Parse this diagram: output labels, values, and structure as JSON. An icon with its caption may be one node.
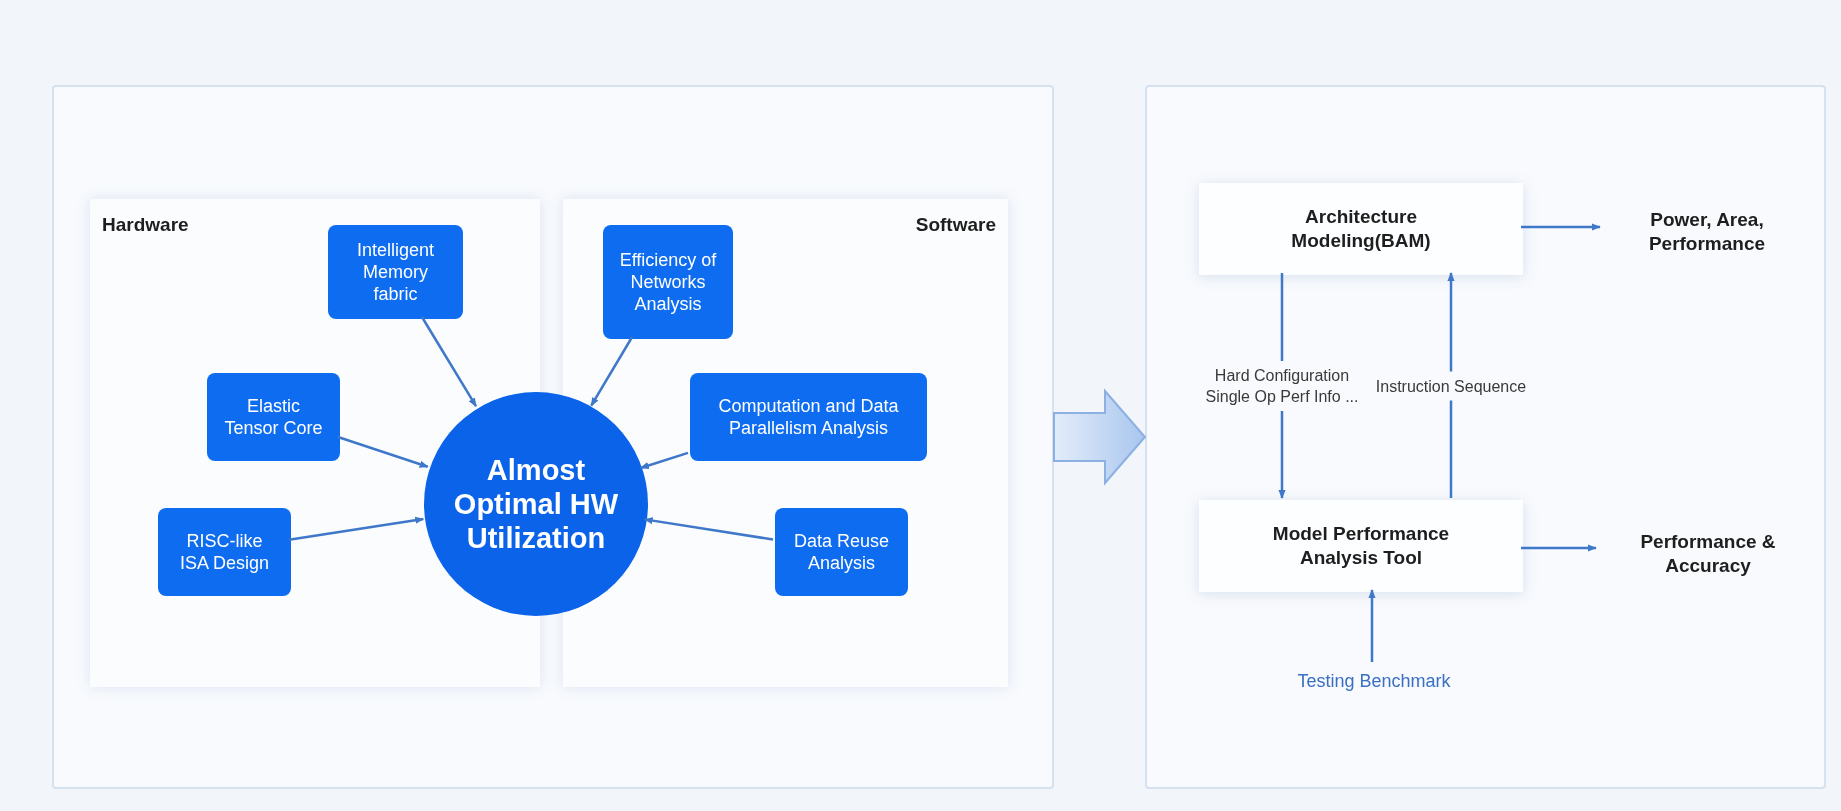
{
  "diagram": {
    "nodes": [
      {
        "text": [],
        "shape": "box"
      },
      {
        "text": [
          "Hardware"
        ],
        "in": 0
      },
      {
        "text": [
          "Software"
        ],
        "in": 0
      },
      {
        "text": [
          "Intelligent Memory fabric"
        ],
        "in": 1
      },
      {
        "text": [
          "Elastic Tensor Core"
        ],
        "in": 1
      },
      {
        "text": [
          "RISC-like ISA Design"
        ],
        "in": 1
      },
      {
        "text": [
          "Almost Optimal HW Utilization"
        ],
        "in": 0
      },
      {
        "text": [
          "Efficiency of Networks Analysis"
        ],
        "in": 2
      },
      {
        "text": [
          "Computation and Data Parallelism Analysis"
        ],
        "in": 2
      },
      {
        "text": [
          "Data Reuse Analysis"
        ],
        "in": 2
      },
      {
        "text": [],
        "shape": "box"
      },
      {
        "text": [
          "Architecture Modeling(BAM)"
        ],
        "in": 10
      },
      {
        "text": [
          "Model Performance Analysis Tool"
        ],
        "in": 10
      },
      {
        "text": [
          "Power, Area, Performance"
        ],
        "in": 10
      },
      {
        "text": [
          "Performance & Accuracy"
        ],
        "in": 10
      },
      {
        "text": [
          "Testing Benchmark"
        ],
        "in": 10
      }
    ],
    "edges": [
      {
        "from": 3,
        "to": 6,
        "arrow": "to"
      },
      {
        "from": 4,
        "to": 6,
        "arrow": "to"
      },
      {
        "from": 5,
        "to": 6,
        "arrow": "to"
      },
      {
        "from": 7,
        "to": 6,
        "arrow": "to"
      },
      {
        "from": 8,
        "to": 6,
        "arrow": "to"
      },
      {
        "from": 9,
        "to": 6,
        "arrow": "to"
      },
      {
        "from": 0,
        "to": 10,
        "arrow": "to",
        "style": "thick"
      },
      {
        "from": 11,
        "to": 13,
        "arrow": "to"
      },
      {
        "from": 12,
        "to": 14,
        "arrow": "to"
      },
      {
        "from": 11,
        "to": 12,
        "arrow": "to",
        "label": "Hard Configuration Single Op Perf Info ..."
      },
      {
        "from": 12,
        "to": 11,
        "arrow": "to",
        "label": "Instruction Sequence"
      },
      {
        "from": 15,
        "to": 12,
        "arrow": "to"
      }
    ]
  }
}
